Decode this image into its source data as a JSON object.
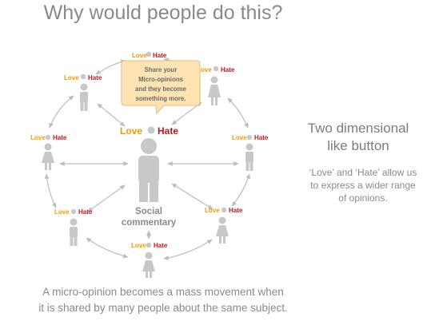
{
  "title": "Why would people do this?",
  "labels": {
    "love": "Love",
    "hate": "Hate"
  },
  "bubble": {
    "lines": [
      "Share your",
      "Micro-opinions",
      "and they become",
      "something more."
    ]
  },
  "center": {
    "love": "Love",
    "hate": "Hate",
    "caption_lines": [
      "Social",
      "commentary"
    ]
  },
  "right_panel": {
    "title_lines": [
      "Two dimensional",
      "like button"
    ],
    "description_lines": [
      "‘Love’ and ‘Hate’ allow us",
      "to express a wider range",
      "of opinions."
    ]
  },
  "caption": {
    "lines": [
      "A micro-opinion becomes a mass movement when",
      "it is shared by many people about the same subject."
    ]
  },
  "colors": {
    "love": "#f29a00",
    "hate": "#c4161c",
    "figure": "#c8c8c8",
    "arrow": "#bdbdbd",
    "bubble_fill": "#fde4b2",
    "bubble_stroke": "#e2bd77",
    "text_gray": "#8a8a8a"
  }
}
